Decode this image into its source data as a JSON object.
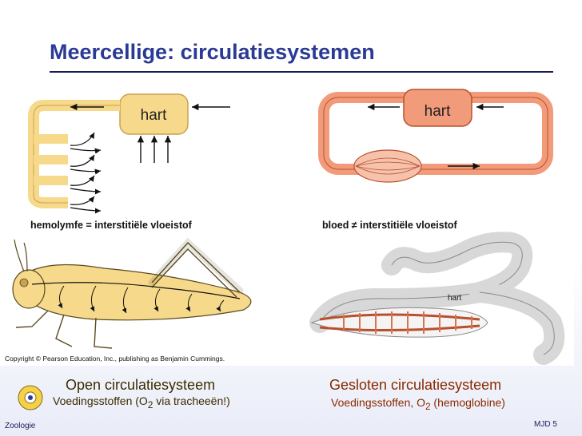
{
  "slide": {
    "title": "Meercellige: circulatiesystemen",
    "figure": {
      "left_heart_label": "hart",
      "right_heart_label": "hart",
      "left_caption": "hemolymfe = interstitiële vloeistof",
      "right_caption": "bloed ≠ interstitiële vloeistof",
      "copyright": "Copyright © Pearson Education, Inc., publishing as Benjamin Cummings.",
      "colors": {
        "open_system": "#f6d98a",
        "open_outline": "#c9a250",
        "closed_system": "#f29b7a",
        "closed_outline": "#b8502e"
      }
    },
    "open_system": {
      "heading": "Open circulatiesysteem",
      "sub_prefix": "Voedingsstoffen (O",
      "sub_subscript": "2",
      "sub_suffix": " via tracheeën!)"
    },
    "closed_system": {
      "heading": "Gesloten circulatiesysteem",
      "sub_prefix": "Voedingsstoffen, O",
      "sub_subscript": "2",
      "sub_suffix": "  (hemoglobine)"
    },
    "footer": {
      "course": "Zoologie",
      "author_page": "MJD  5"
    }
  }
}
